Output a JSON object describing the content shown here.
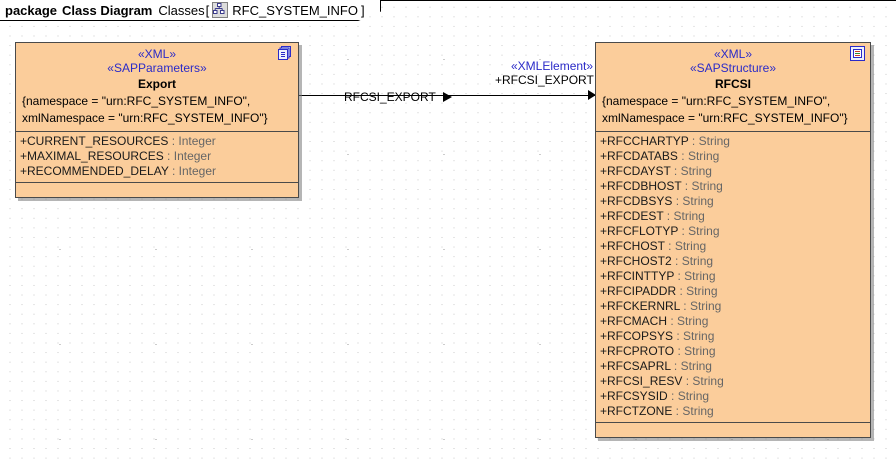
{
  "frame": {
    "keyword": "package",
    "diagram_kind": "Class Diagram",
    "path": "Classes",
    "bracket_open": "[",
    "bracket_close": "]",
    "package_name": "RFC_SYSTEM_INFO",
    "icon": "package-hierarchy-icon",
    "background": "#ffffff"
  },
  "colors": {
    "class_fill": "#fbcd9b",
    "class_border": "#4a4a4a",
    "stereotype_text": "#2b2bc8",
    "type_text": "#666666",
    "line": "#000000"
  },
  "classes": [
    {
      "id": "export",
      "badge_icon": "multi-document-icon",
      "stereotypes": [
        "«XML»",
        "«SAPParameters»"
      ],
      "name": "Export",
      "tagged_values": [
        "{namespace = \"urn:RFC_SYSTEM_INFO\",",
        "xmlNamespace = \"urn:RFC_SYSTEM_INFO\"}"
      ],
      "attributes": [
        {
          "visibility": "+",
          "name": "CURRENT_RESOURCES",
          "type": "Integer"
        },
        {
          "visibility": "+",
          "name": "MAXIMAL_RESOURCES",
          "type": "Integer"
        },
        {
          "visibility": "+",
          "name": "RECOMMENDED_DELAY",
          "type": "Integer"
        }
      ],
      "operations": []
    },
    {
      "id": "rfcsi",
      "badge_icon": "structure-document-icon",
      "stereotypes": [
        "«XML»",
        "«SAPStructure»"
      ],
      "name": "RFCSI",
      "tagged_values": [
        "{namespace = \"urn:RFC_SYSTEM_INFO\",",
        "xmlNamespace = \"urn:RFC_SYSTEM_INFO\"}"
      ],
      "attributes": [
        {
          "visibility": "+",
          "name": "RFCCHARTYP",
          "type": "String"
        },
        {
          "visibility": "+",
          "name": "RFCDATABS",
          "type": "String"
        },
        {
          "visibility": "+",
          "name": "RFCDAYST",
          "type": "String"
        },
        {
          "visibility": "+",
          "name": "RFCDBHOST",
          "type": "String"
        },
        {
          "visibility": "+",
          "name": "RFCDBSYS",
          "type": "String"
        },
        {
          "visibility": "+",
          "name": "RFCDEST",
          "type": "String"
        },
        {
          "visibility": "+",
          "name": "RFCFLOTYP",
          "type": "String"
        },
        {
          "visibility": "+",
          "name": "RFCHOST",
          "type": "String"
        },
        {
          "visibility": "+",
          "name": "RFCHOST2",
          "type": "String"
        },
        {
          "visibility": "+",
          "name": "RFCINTTYP",
          "type": "String"
        },
        {
          "visibility": "+",
          "name": "RFCIPADDR",
          "type": "String"
        },
        {
          "visibility": "+",
          "name": "RFCKERNRL",
          "type": "String"
        },
        {
          "visibility": "+",
          "name": "RFCMACH",
          "type": "String"
        },
        {
          "visibility": "+",
          "name": "RFCOPSYS",
          "type": "String"
        },
        {
          "visibility": "+",
          "name": "RFCPROTO",
          "type": "String"
        },
        {
          "visibility": "+",
          "name": "RFCSAPRL",
          "type": "String"
        },
        {
          "visibility": "+",
          "name": "RFCSI_RESV",
          "type": "String"
        },
        {
          "visibility": "+",
          "name": "RFCSYSID",
          "type": "String"
        },
        {
          "visibility": "+",
          "name": "RFCTZONE",
          "type": "String"
        }
      ],
      "operations": []
    }
  ],
  "association": {
    "name": "RFCSI_EXPORT",
    "direction_marker": "▶",
    "target_role_stereotype": "«XMLElement»",
    "target_role": "+RFCSI_EXPORT",
    "arrow_style": "open-arrow-right"
  }
}
